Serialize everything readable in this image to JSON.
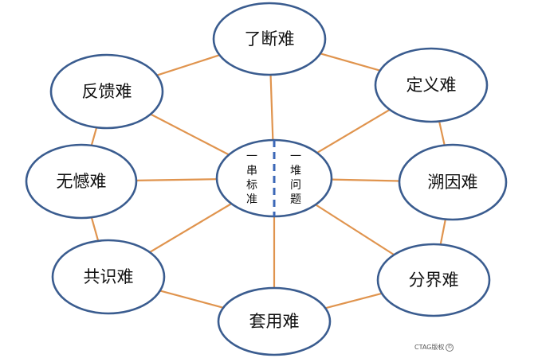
{
  "diagram": {
    "colors": {
      "edge": "#e0944e",
      "node_border": "#3a5c8f",
      "divider": "#3b67b7"
    },
    "center": {
      "left_text": [
        "一",
        "串",
        "标",
        "准"
      ],
      "right_text": [
        "一",
        "堆",
        "问",
        "题"
      ]
    },
    "nodes": [
      {
        "id": "liaoduan",
        "label": "了断难"
      },
      {
        "id": "dingyi",
        "label": "定义难"
      },
      {
        "id": "suyin",
        "label": "溯因难"
      },
      {
        "id": "fenjie",
        "label": "分界难"
      },
      {
        "id": "taoyong",
        "label": "套用难"
      },
      {
        "id": "gongshi",
        "label": "共识难"
      },
      {
        "id": "wuhan",
        "label": "无憾难"
      },
      {
        "id": "fankui",
        "label": "反馈难"
      }
    ]
  },
  "watermark": {
    "text": "CTAG版权",
    "icon": "copyright-icon"
  }
}
